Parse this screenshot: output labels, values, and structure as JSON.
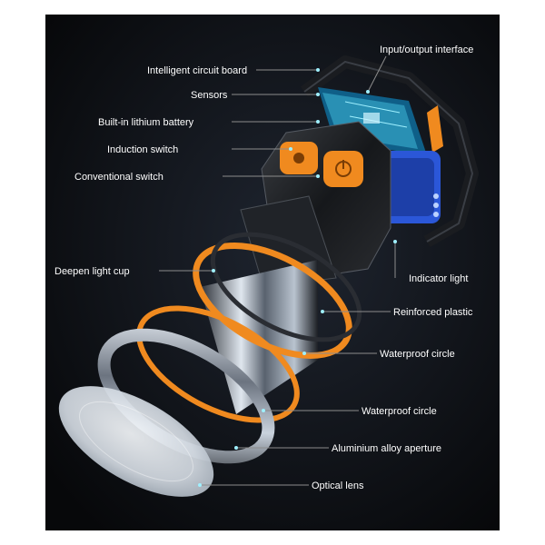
{
  "labels": {
    "io": "Input/output interface",
    "circuit": "Intelligent circuit board",
    "sensors": "Sensors",
    "battery": "Built-in lithium battery",
    "induction": "Induction switch",
    "conventional": "Conventional switch",
    "indicator": "Indicator light",
    "cup": "Deepen light cup",
    "plastic": "Reinforced plastic",
    "waterproof1": "Waterproof circle",
    "waterproof2": "Waterproof circle",
    "aperture": "Aluminium alloy aperture",
    "lens": "Optical lens"
  },
  "colors": {
    "background": "#0b0d10",
    "accent_orange": "#f08a1f",
    "accent_blue": "#2b57d8",
    "leader_line": "#8c8c8c"
  }
}
